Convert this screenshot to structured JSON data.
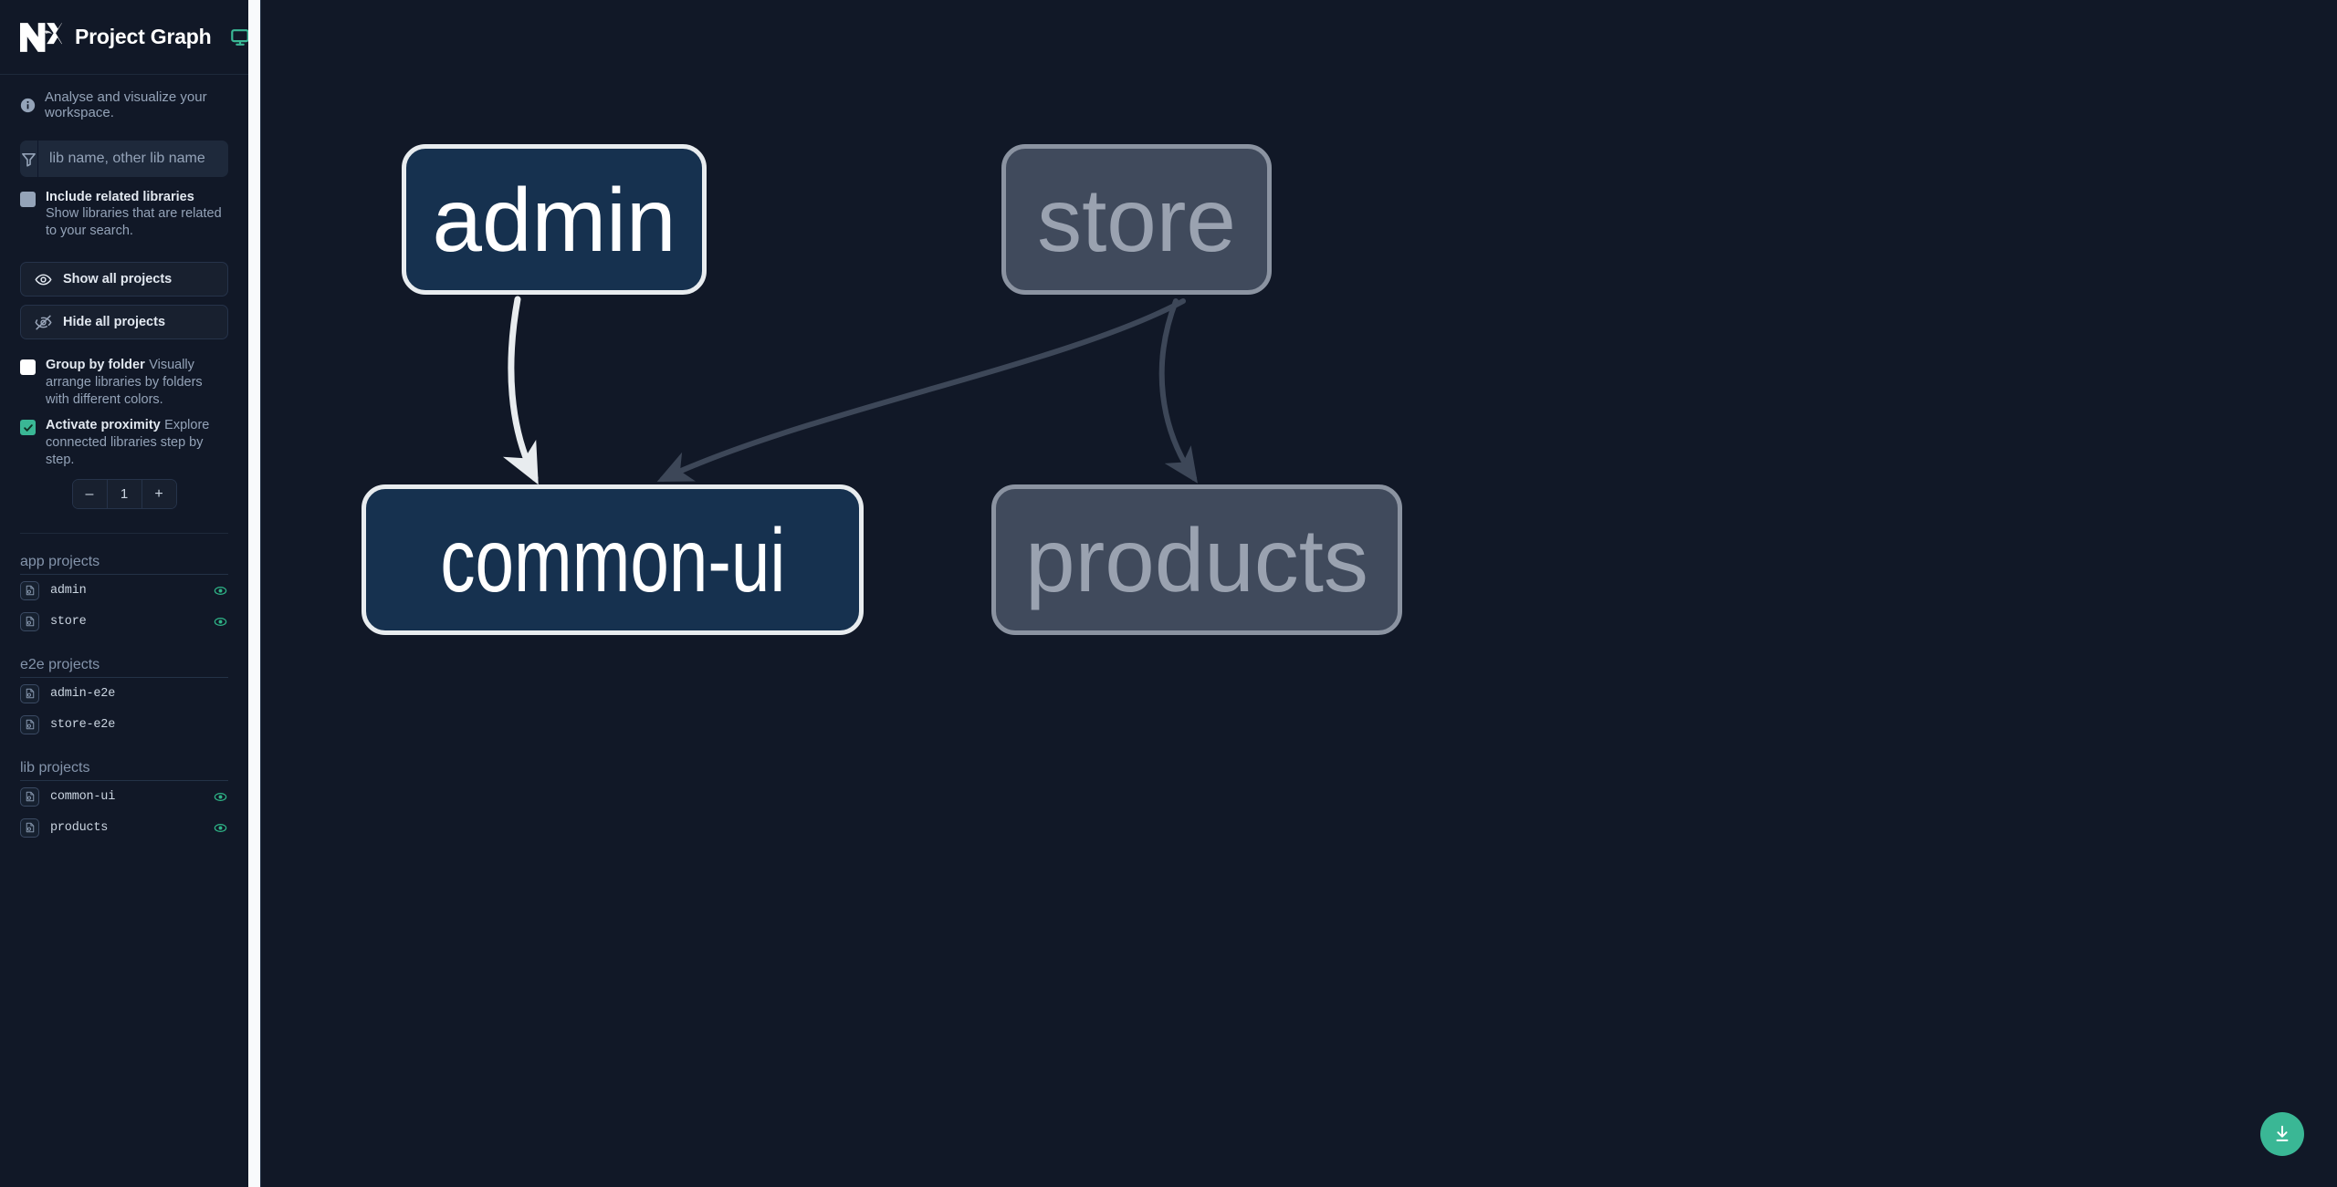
{
  "app": {
    "title": "Project Graph",
    "logo_icon": "nx-logo-icon",
    "monitor_icon": "monitor-icon",
    "tagline": "Analyse and visualize your workspace.",
    "info_icon": "info-icon"
  },
  "search": {
    "placeholder": "lib name, other lib name",
    "value": "",
    "icon": "funnel-filter-icon"
  },
  "options": {
    "include_related": {
      "label": "Include related libraries",
      "description": "Show libraries that are related to your search.",
      "checked": false,
      "style": "grey"
    },
    "group_by_folder": {
      "label": "Group by folder",
      "description": "Visually arrange libraries by folders with different colors.",
      "checked": false,
      "style": "white"
    },
    "activate_proximity": {
      "label": "Activate proximity",
      "description": "Explore connected libraries step by step.",
      "checked": true,
      "style": "green"
    }
  },
  "buttons": {
    "show_all": {
      "label": "Show all projects",
      "icon": "eye-icon"
    },
    "hide_all": {
      "label": "Hide all projects",
      "icon": "eye-off-icon"
    }
  },
  "stepper": {
    "decrement_label": "–",
    "value": "1",
    "increment_label": "+"
  },
  "project_groups": [
    {
      "title": "app projects",
      "projects": [
        {
          "name": "admin",
          "icon": "project-file-icon",
          "visible": true,
          "eye_icon": "eye-visible-icon"
        },
        {
          "name": "store",
          "icon": "project-file-icon",
          "visible": true,
          "eye_icon": "eye-visible-icon"
        }
      ]
    },
    {
      "title": "e2e projects",
      "projects": [
        {
          "name": "admin-e2e",
          "icon": "project-file-icon",
          "visible": false,
          "eye_icon": ""
        },
        {
          "name": "store-e2e",
          "icon": "project-file-icon",
          "visible": false,
          "eye_icon": ""
        }
      ]
    },
    {
      "title": "lib projects",
      "projects": [
        {
          "name": "common-ui",
          "icon": "project-file-icon",
          "visible": true,
          "eye_icon": "eye-visible-icon"
        },
        {
          "name": "products",
          "icon": "project-file-icon",
          "visible": true,
          "eye_icon": "eye-visible-icon"
        }
      ]
    }
  ],
  "graph": {
    "nodes": [
      {
        "id": "admin",
        "label": "admin",
        "state": "active"
      },
      {
        "id": "store",
        "label": "store",
        "state": "dim"
      },
      {
        "id": "common-ui",
        "label": "common-ui",
        "state": "active"
      },
      {
        "id": "products",
        "label": "products",
        "state": "dim"
      }
    ],
    "edges": [
      {
        "from": "admin",
        "to": "common-ui",
        "state": "active"
      },
      {
        "from": "store",
        "to": "common-ui",
        "state": "dim"
      },
      {
        "from": "store",
        "to": "products",
        "state": "dim"
      }
    ]
  },
  "fab": {
    "icon": "download-icon",
    "title": "Download graph"
  },
  "colors": {
    "app_bg": "#111827",
    "sidebar_bg": "#111827",
    "accent_green": "#3ab795",
    "node_active_fill": "#16314f",
    "node_active_border": "#e8ecef",
    "node_dim_fill": "#404a5c",
    "node_dim_border": "#8b93a1",
    "edge_active": "#e8ecef",
    "edge_dim": "#3d4758"
  }
}
